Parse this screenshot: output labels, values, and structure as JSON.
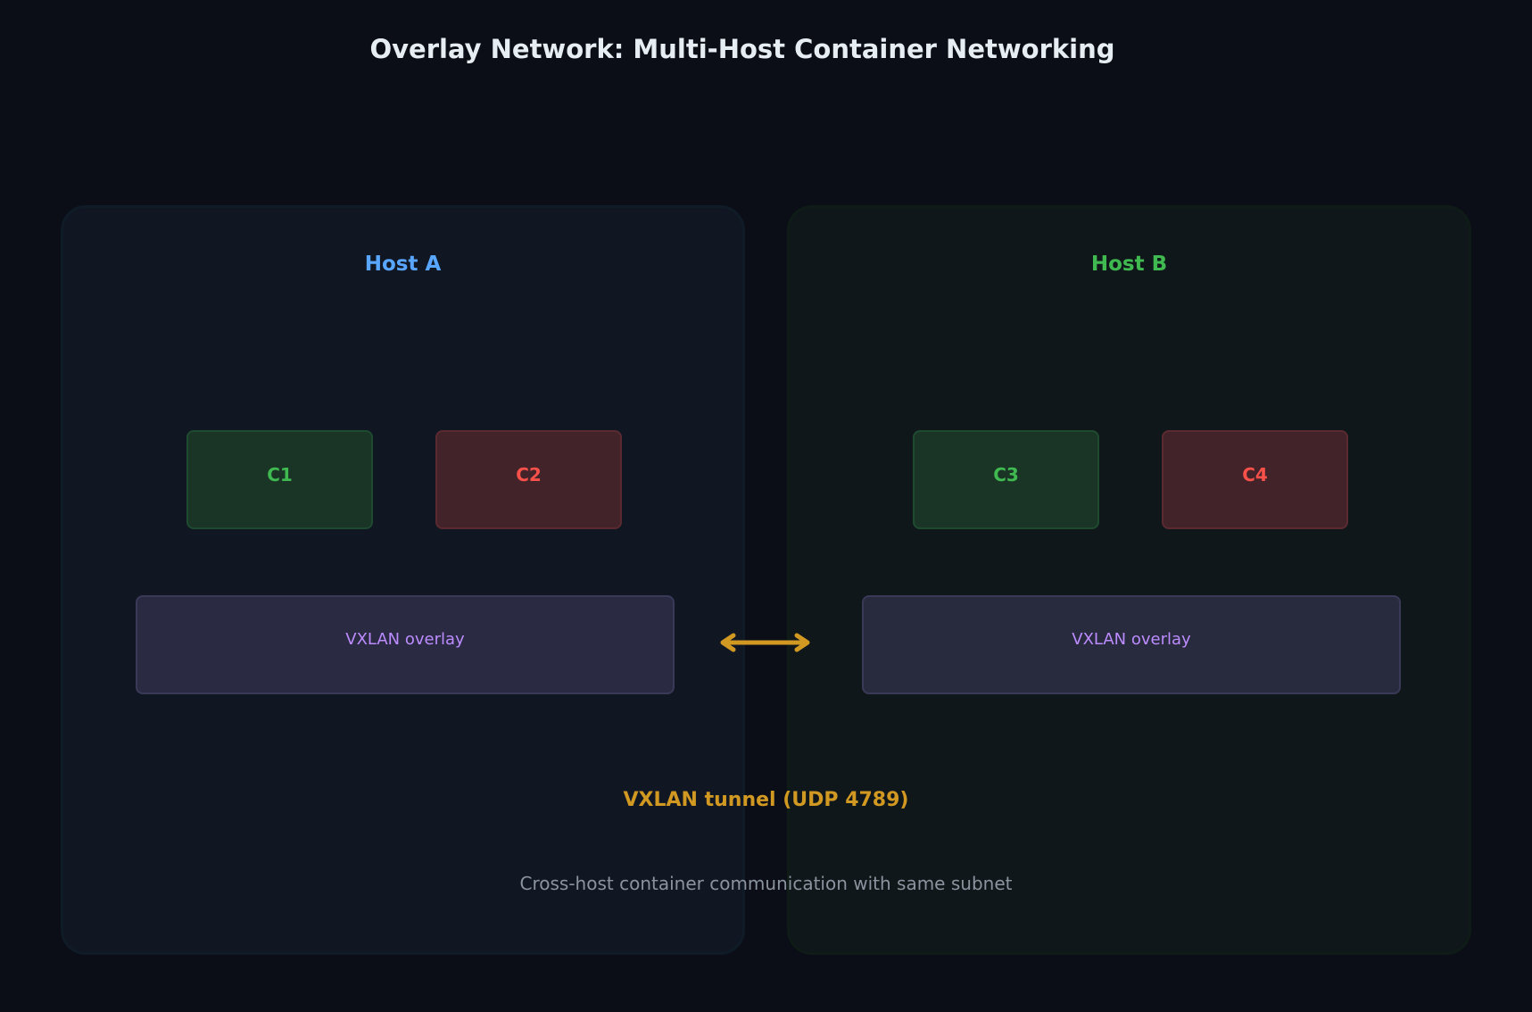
{
  "title": "Overlay Network: Multi-Host Container Networking",
  "hosts": [
    {
      "label": "Host A",
      "containers": [
        {
          "label": "C1",
          "color": "#3fb950"
        },
        {
          "label": "C2",
          "color": "#f85149"
        }
      ],
      "overlay_label": "VXLAN overlay"
    },
    {
      "label": "Host B",
      "containers": [
        {
          "label": "C3",
          "color": "#3fb950"
        },
        {
          "label": "C4",
          "color": "#f85149"
        }
      ],
      "overlay_label": "VXLAN overlay"
    }
  ],
  "tunnel": {
    "label": "VXLAN tunnel (UDP 4789)",
    "color": "#d29922",
    "direction": "bidirectional"
  },
  "caption": "Cross-host container communication with same subnet",
  "colors": {
    "background": "#0b0e16",
    "host_a_accent": "#58a6ff",
    "host_b_accent": "#3fb950",
    "overlay_text": "#bc8cff"
  }
}
